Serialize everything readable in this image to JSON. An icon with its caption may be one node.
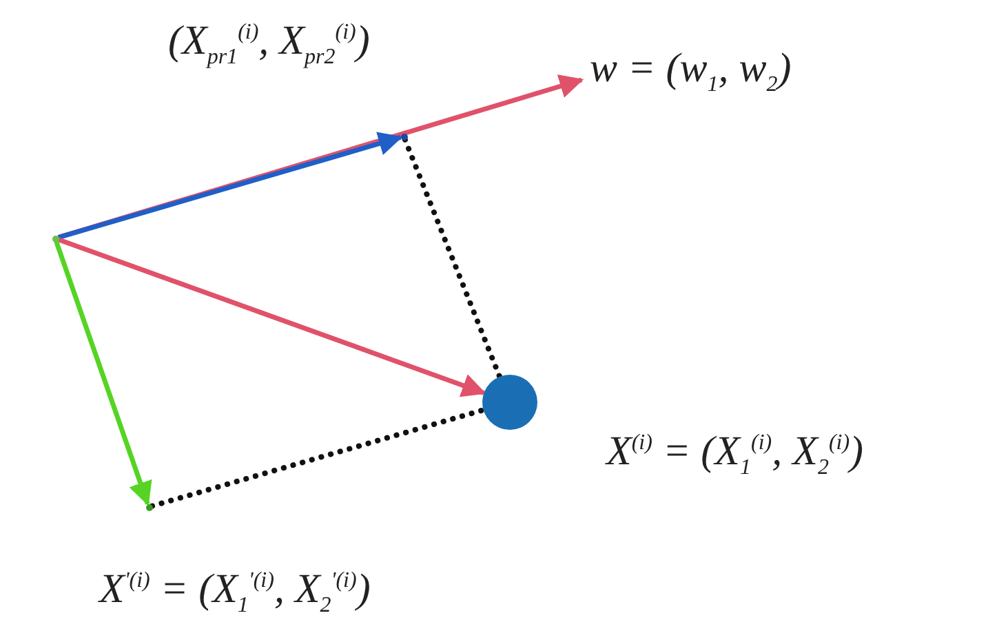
{
  "diagram": {
    "nodes": [
      {
        "text": [],
        "shape": "dot"
      },
      {
        "text": [
          "w = (w$_{1}$, w$_{2}$)"
        ]
      },
      {
        "text": [],
        "shape": "dot",
        "beside": [
          "(X$_{pr1}$$^{(i)}$, X$_{pr2}$$^{(i)}$)"
        ]
      },
      {
        "text": [],
        "shape": "circle",
        "beside": [
          "X$^{(i)}$ = (X$_{1}$$^{(i)}$, X$_{2}$$^{(i)}$)"
        ]
      },
      {
        "text": [],
        "shape": "dot",
        "beside": [
          "X$^{'(i)}$ = (X$_{1}$$^{'(i)}$, X$_{2}$$^{'(i)}$)"
        ]
      }
    ],
    "edges": [
      {
        "from": 0,
        "to": 1,
        "arrow": "to"
      },
      {
        "from": 0,
        "to": 2,
        "arrow": "to",
        "color": "#1f5fc8"
      },
      {
        "from": 0,
        "to": 3,
        "arrow": "to"
      },
      {
        "from": 0,
        "to": 4,
        "arrow": "to",
        "color": "#55d424"
      },
      {
        "from": 2,
        "to": 3,
        "arrow": "none",
        "style": "dashed",
        "color": "#111111"
      },
      {
        "from": 4,
        "to": 3,
        "arrow": "none",
        "style": "dashed",
        "color": "#111111"
      }
    ]
  }
}
